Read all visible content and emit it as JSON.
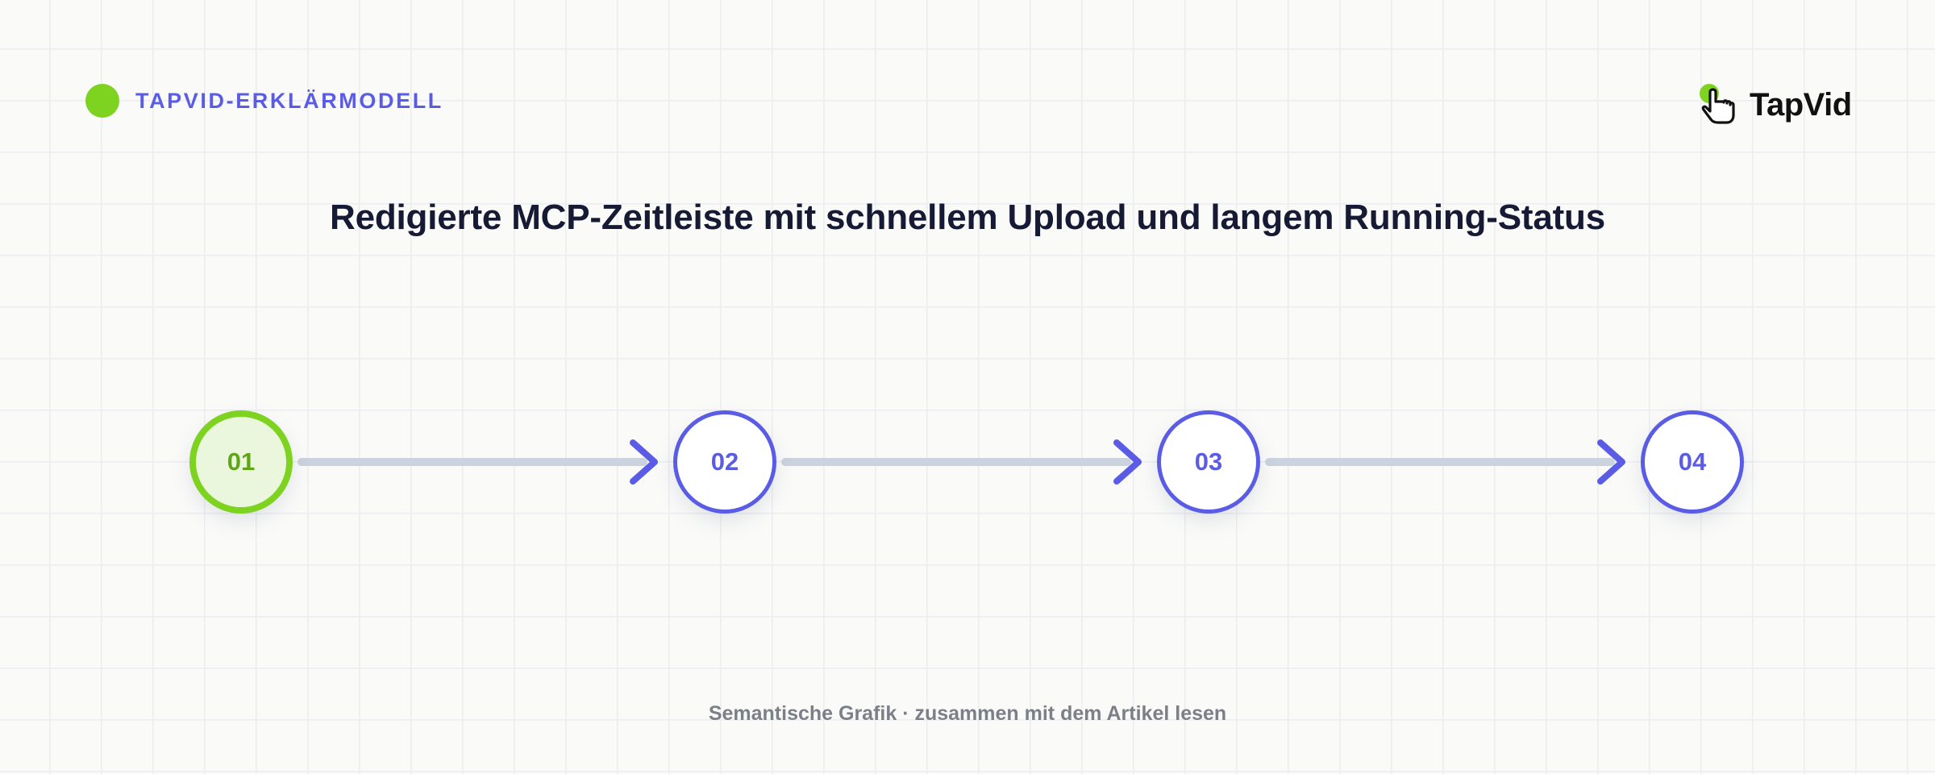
{
  "header": {
    "label": "TAPVID-ERKLÄRMODELL",
    "logo_text": "TapVid"
  },
  "diagram": {
    "title": "Redigierte MCP-Zeitleiste mit schnellem Upload und langem Running-Status",
    "steps": [
      {
        "label": "01",
        "state": "active"
      },
      {
        "label": "02",
        "state": "idle"
      },
      {
        "label": "03",
        "state": "idle"
      },
      {
        "label": "04",
        "state": "idle"
      }
    ]
  },
  "footer": {
    "caption": "Semantische Grafik · zusammen mit dem Artikel lesen"
  },
  "colors": {
    "accent_green": "#7ed321",
    "accent_indigo": "#5b5ce6",
    "connector_gray": "#cbd3de",
    "title_navy": "#161a35"
  },
  "icons": {
    "logo": "hand-pointer-tap-icon"
  }
}
